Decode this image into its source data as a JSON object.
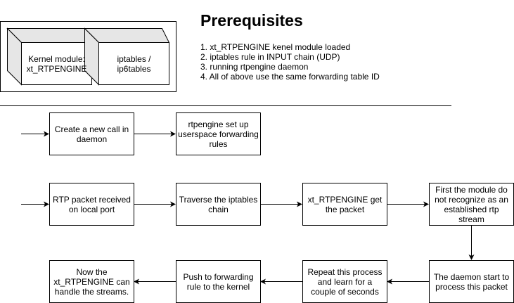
{
  "title": "Prerequisites",
  "prerequisites": [
    "1. xt_RTPENGINE kenel module loaded",
    "2. iptables rule in INPUT chain (UDP)",
    "3. running rtpengine daemon",
    "4. All of above use the same forwarding table ID"
  ],
  "components": {
    "kernel_module": [
      "Kernel module:",
      "xt_RTPENGINE"
    ],
    "iptables": [
      "iptables /",
      "ip6tables"
    ]
  },
  "flow1": {
    "create_call": "Create a new call in daemon",
    "setup_rules": "rtpengine set up userspace forwarding rules"
  },
  "flow2": {
    "rtp_received": "RTP packet received on local port",
    "traverse": "Traverse the iptables chain",
    "get_packet": "xt_RTPENGINE get the packet",
    "not_recognize": "First the module do not recognize as an established rtp stream",
    "daemon_process": "The daemon start to process this packet",
    "repeat": "Repeat this process and learn for a couple of seconds",
    "push_rule": "Push to forwarding rule to the kernel",
    "handle": "Now the xt_RTPENGINE can handle the streams."
  }
}
